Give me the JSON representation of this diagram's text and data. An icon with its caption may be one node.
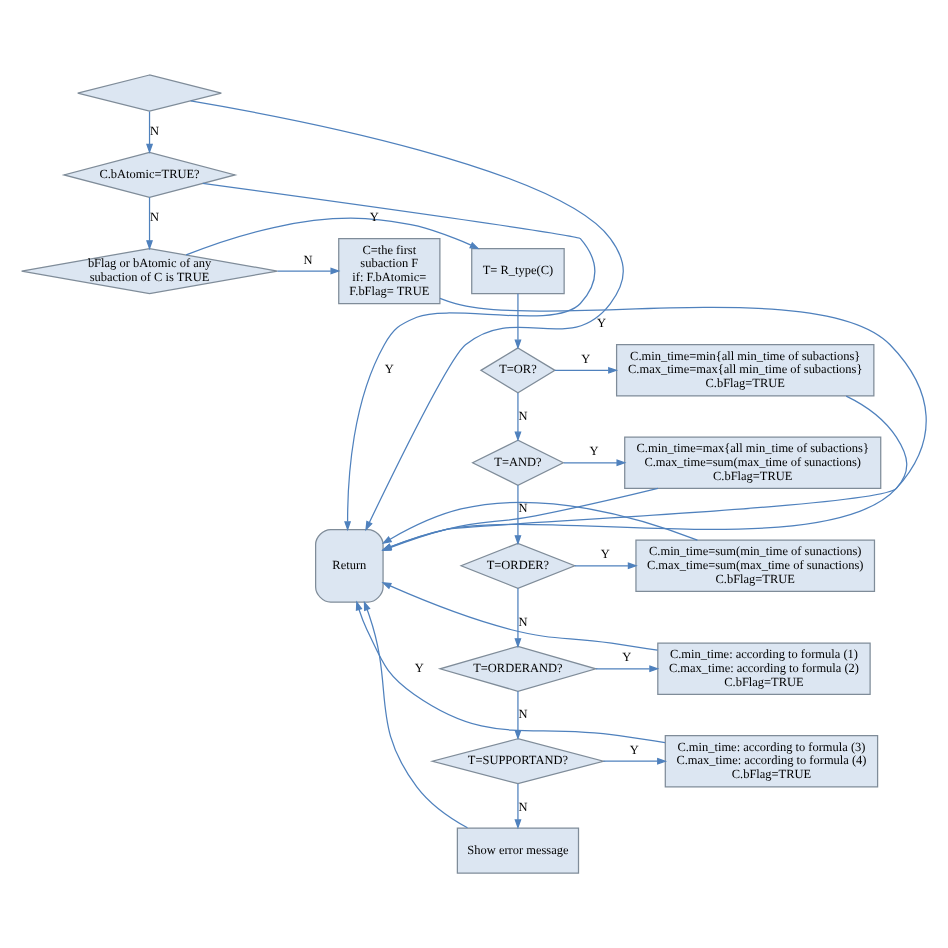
{
  "diagram": {
    "nodes": [
      {
        "text": [],
        "shape": "diamond"
      },
      {
        "text": [
          "C.bAtomic=TRUE?"
        ]
      },
      {
        "text": [
          "bFlag or bAtomic of any subaction of C is TRUE"
        ]
      },
      {
        "text": [
          "T= R_type(C)"
        ]
      },
      {
        "text": [
          "C=the first subaction F if: F.bAtomic= F.bFlag= TRUE"
        ]
      },
      {
        "text": [
          "T=OR?"
        ]
      },
      {
        "text": [
          "C.min_time=min{all min_time of subactions} C.max_time=max{all min_time of subactions} C.bFlag=TRUE"
        ]
      },
      {
        "text": [
          "T=AND?"
        ]
      },
      {
        "text": [
          "C.min_time=max{all min_time of subactions} C.max_time=sum(max_time of sunactions) C.bFlag=TRUE"
        ]
      },
      {
        "text": [
          "T=ORDER?"
        ]
      },
      {
        "text": [
          "C.min_time=sum(min_time of sunactions) C.max_time=sum(max_time of sunactions) C.bFlag=TRUE"
        ]
      },
      {
        "text": [
          "Return"
        ]
      },
      {
        "text": [
          "T=ORDERAND?"
        ]
      },
      {
        "text": [
          "C.min_time: according to formula (1) C.max_time: according to formula (2) C.bFlag=TRUE"
        ]
      },
      {
        "text": [
          "T=SUPPORTAND?"
        ]
      },
      {
        "text": [
          "C.min_time: according to formula (3) C.max_time: according to formula (4) C.bFlag=TRUE"
        ]
      },
      {
        "text": [
          "Show error message"
        ]
      }
    ],
    "edges": [
      {
        "from": 0,
        "to": 1,
        "arrow": "to",
        "label": "N"
      },
      {
        "from": 0,
        "to": 11,
        "arrow": "to",
        "label": "Y"
      },
      {
        "from": 1,
        "to": 11,
        "arrow": "to",
        "label": "Y"
      },
      {
        "from": 1,
        "to": 2,
        "arrow": "to",
        "label": "N"
      },
      {
        "from": 2,
        "to": 3,
        "arrow": "to",
        "label": "Y"
      },
      {
        "from": 2,
        "to": 4,
        "arrow": "to",
        "label": "N"
      },
      {
        "from": 4,
        "to": 11,
        "arrow": "to"
      },
      {
        "from": 3,
        "to": 5,
        "arrow": "to"
      },
      {
        "from": 5,
        "to": 6,
        "arrow": "to",
        "label": "Y"
      },
      {
        "from": 5,
        "to": 7,
        "arrow": "to",
        "label": "N"
      },
      {
        "from": 6,
        "to": 11,
        "arrow": "to"
      },
      {
        "from": 7,
        "to": 8,
        "arrow": "to",
        "label": "Y"
      },
      {
        "from": 7,
        "to": 9,
        "arrow": "to",
        "label": "N"
      },
      {
        "from": 8,
        "to": 11,
        "arrow": "to"
      },
      {
        "from": 9,
        "to": 10,
        "arrow": "to",
        "label": "Y"
      },
      {
        "from": 9,
        "to": 12,
        "arrow": "to",
        "label": "N"
      },
      {
        "from": 10,
        "to": 11,
        "arrow": "to"
      },
      {
        "from": 12,
        "to": 13,
        "arrow": "to",
        "label": "Y"
      },
      {
        "from": 12,
        "to": 14,
        "arrow": "to",
        "label": "N"
      },
      {
        "from": 13,
        "to": 11,
        "arrow": "to"
      },
      {
        "from": 14,
        "to": 15,
        "arrow": "to",
        "label": "Y"
      },
      {
        "from": 14,
        "to": 16,
        "arrow": "to",
        "label": "N"
      },
      {
        "from": 15,
        "to": 11,
        "arrow": "to",
        "label": "Y"
      },
      {
        "from": 16,
        "to": 11,
        "arrow": "to"
      }
    ]
  }
}
